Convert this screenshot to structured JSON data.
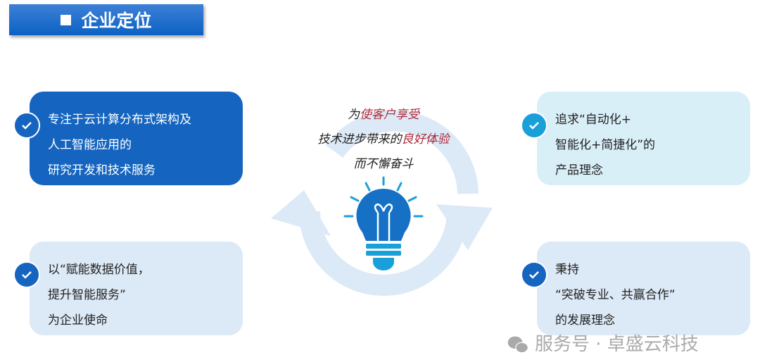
{
  "header": {
    "title": "企业定位"
  },
  "center": {
    "line1_prefix": "为",
    "line1_highlight": "使客户享受",
    "line2_prefix": "技术进步带来的",
    "line2_highlight": "良好体验",
    "line3": "而不懈奋斗"
  },
  "cards": [
    {
      "lines": [
        "专注于云计算分布式架构及",
        "人工智能应用的",
        "研究开发和技术服务"
      ]
    },
    {
      "lines": [
        "以“赋能数据价值，",
        "提升智能服务”",
        "为企业使命"
      ]
    },
    {
      "lines": [
        "追求“自动化+",
        "智能化+简捷化”的",
        "产品理念"
      ]
    },
    {
      "lines": [
        "秉持",
        "“突破专业、共赢合作”",
        "的发展理念"
      ]
    }
  ],
  "watermark": "服务号 · 卓盛云科技",
  "colors": {
    "primary": "#1565c0",
    "light": "#dce9f6",
    "accent": "#b0283a",
    "bulb_rays": "#1aa0d8"
  }
}
